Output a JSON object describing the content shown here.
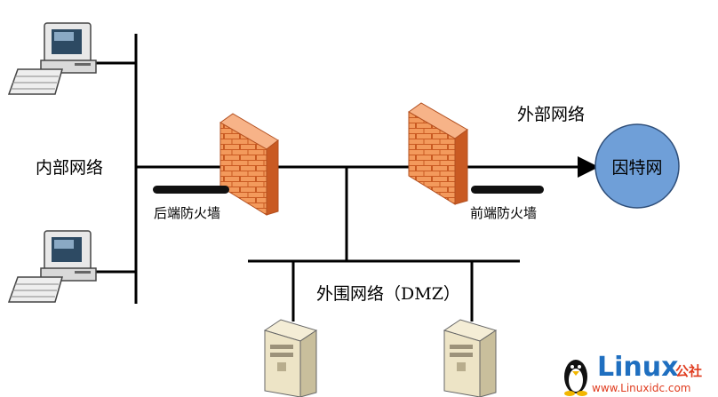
{
  "labels": {
    "internal_network": "内部网络",
    "external_network": "外部网络",
    "internet": "因特网",
    "back_firewall": "后端防火墙",
    "front_firewall": "前端防火墙",
    "dmz": "外围网络（DMZ）"
  },
  "watermark": {
    "brand": "Linux",
    "suffix": "公社",
    "url": "www.Linuxidc.com"
  },
  "icons": {
    "workstation_top": "computer-icon",
    "workstation_bottom": "computer-icon",
    "firewall_back": "firewall-icon",
    "firewall_front": "firewall-icon",
    "server_left": "server-icon",
    "server_right": "server-icon",
    "internet": "cloud-circle-icon",
    "logo": "penguin-icon"
  },
  "colors": {
    "firewall": "#f08a4b",
    "firewall_dark": "#c8551f",
    "internet": "#6f9fd8",
    "line": "#000000",
    "watermark_blue": "#1f6fc0",
    "watermark_red": "#e03c1f"
  }
}
